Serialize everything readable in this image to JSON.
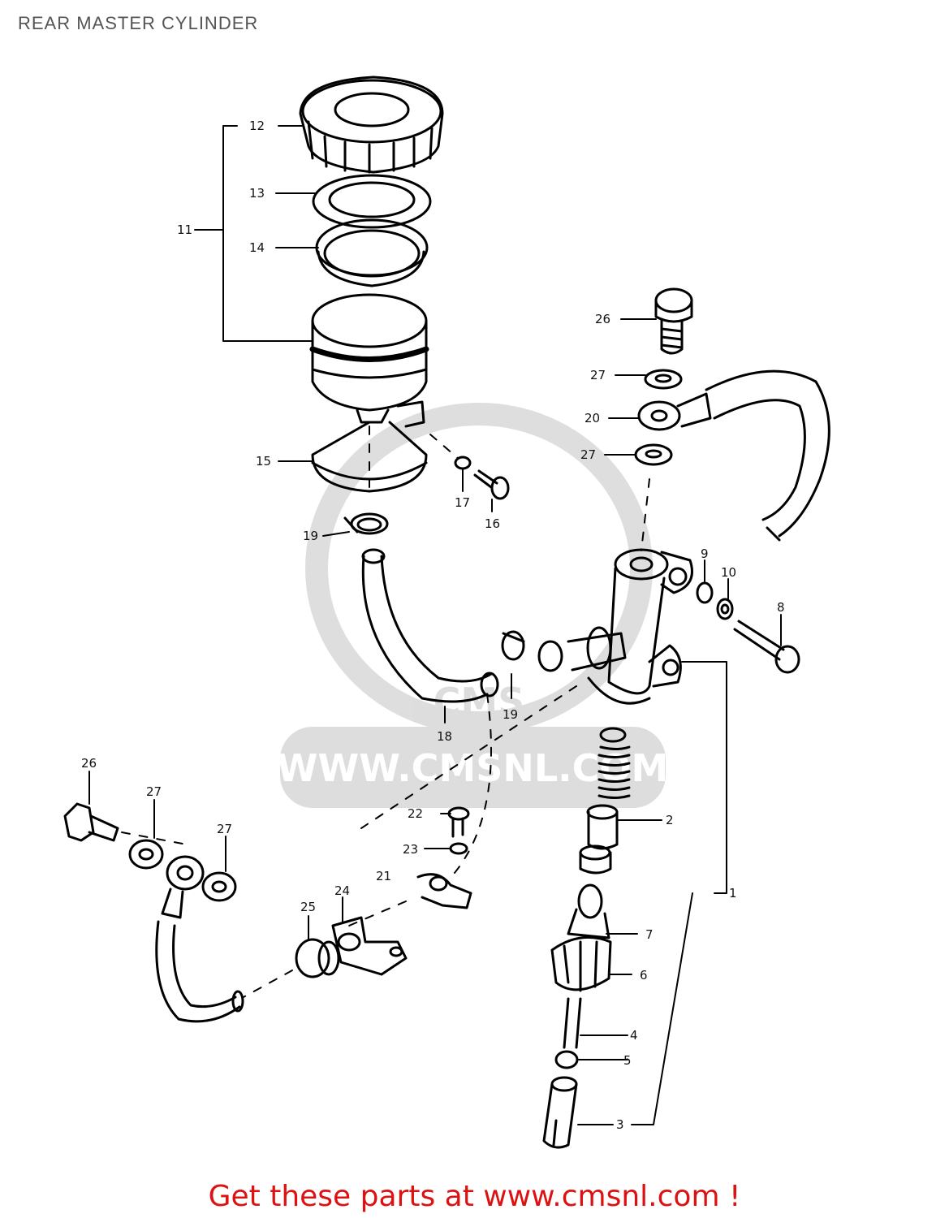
{
  "title": "REAR MASTER CYLINDER",
  "watermark": {
    "url": "WWW.CMSNL.COM",
    "logo": "CMS"
  },
  "callouts": [
    "1",
    "2",
    "3",
    "4",
    "5",
    "6",
    "7",
    "8",
    "9",
    "10",
    "11",
    "12",
    "13",
    "14",
    "15",
    "16",
    "17",
    "18",
    "19",
    "19",
    "20",
    "21",
    "22",
    "23",
    "24",
    "25",
    "26",
    "26",
    "27",
    "27",
    "27",
    "27"
  ],
  "footer": {
    "text": "Get these parts at www.cmsnl.com !",
    "color": "#dd1111"
  }
}
